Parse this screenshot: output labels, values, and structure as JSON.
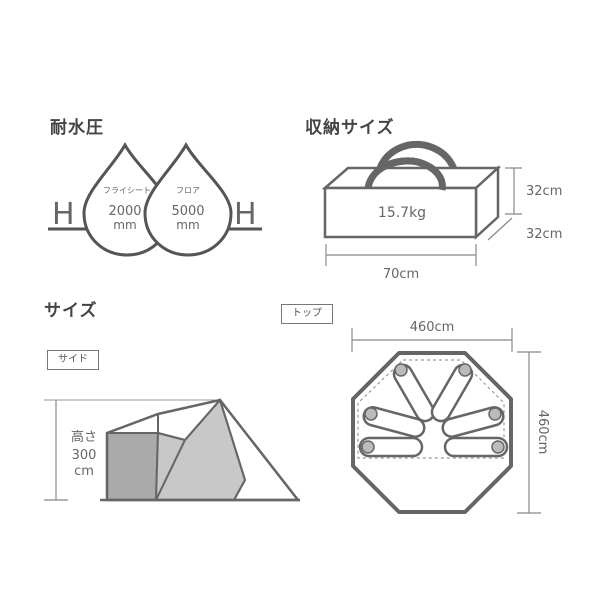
{
  "water_resistance": {
    "title": "耐水圧",
    "left_letter": "H",
    "right_letter": "H",
    "fly": {
      "label": "フライシート",
      "value": "2000",
      "unit": "mm"
    },
    "floor": {
      "label": "フロア",
      "value": "5000",
      "unit": "mm"
    }
  },
  "packed_size": {
    "title": "収納サイズ",
    "weight": "15.7kg",
    "width": "70cm",
    "height": "32cm",
    "depth": "32cm"
  },
  "size": {
    "title": "サイズ",
    "side": {
      "tag": "サイド",
      "height_label": "高さ",
      "height_value": "300",
      "height_unit": "cm"
    },
    "top": {
      "tag": "トップ",
      "width": "460cm",
      "depth": "460cm"
    }
  }
}
